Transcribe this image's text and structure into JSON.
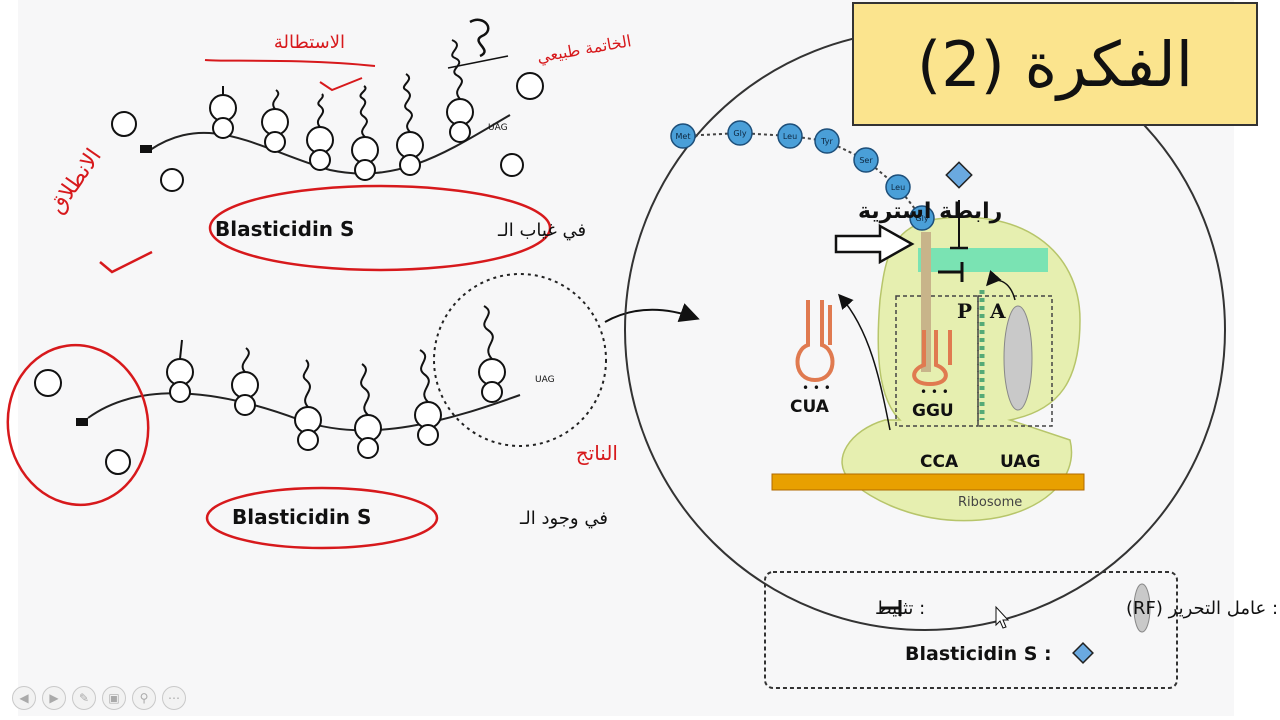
{
  "title": "الفكرة (2)",
  "top_panel": {
    "caption_prefix": "في غياب الـ",
    "caption_drug": "Blasticidin S",
    "red_note_start": "الانطلاق",
    "red_note_elongation": "الاستطالة",
    "red_note_end": "الخاتمة طبيعي"
  },
  "bottom_panel": {
    "caption_prefix": "في وجود الـ",
    "caption_drug": "Blasticidin S",
    "red_note": "الناتج"
  },
  "ribosome": {
    "amino_acids": [
      "Met",
      "Gly",
      "Leu",
      "Tyr",
      "Ser",
      "Leu",
      "Gly"
    ],
    "ester_bond_label": "رابطة استرية",
    "site_p": "P",
    "site_a": "A",
    "trna_left_anticodon": "CUA",
    "trna_center_anticodon": "GGU",
    "mrna_codon_1": "CCA",
    "mrna_codon_2": "UAG",
    "ribosome_label": "Ribosome"
  },
  "legend": {
    "release_factor": ": عامل التحرير  (RF)",
    "inhibition": ": تثبيط",
    "drug": "Blasticidin S :"
  },
  "colors": {
    "title_bg": "#fbe48e",
    "annotation_red": "#d7191c",
    "ribosome_fill": "#e6efb0",
    "amino_acid_fill": "#4a9fd8",
    "trna_color": "#e07a50",
    "mrna_color": "#e8a000"
  }
}
